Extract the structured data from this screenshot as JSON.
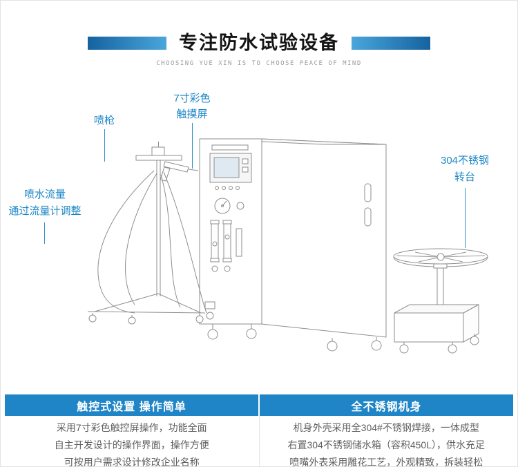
{
  "colors": {
    "accent_blue": "#1f85c6",
    "callout_blue": "#1b86c7",
    "bar_dark_blue": "#15629f",
    "bar_light_blue": "#4aa6db",
    "line_gray": "#8e8e8e"
  },
  "header": {
    "title": "专注防水试验设备",
    "subtitle": "CHOOSING YUE XIN IS TO CHOOSE PEACE OF MIND"
  },
  "callouts": {
    "spray_gun": "喷枪",
    "touch_screen": {
      "line1": "7寸彩色",
      "line2": "触摸屏"
    },
    "flow": {
      "line1": "喷水流量",
      "line2": "通过流量计调整"
    },
    "turntable": {
      "line1": "304不锈钢",
      "line2": "转台"
    }
  },
  "features": {
    "left": {
      "title": "触控式设置 操作简单",
      "lines": [
        "采用7寸彩色触控屏操作，功能全面",
        "自主开发设计的操作界面，操作方便",
        "可按用户需求设计修改企业名称"
      ]
    },
    "right": {
      "title": "全不锈钢机身",
      "lines": [
        "机身外壳采用全304#不锈钢焊接，一体成型",
        "右置304不锈钢储水箱（容积450L），供水充足",
        "喷嘴外表采用雕花工艺，外观精致，拆装轻松"
      ]
    }
  },
  "illustration": {
    "parts": [
      "spray-gun-stand",
      "waterproof-test-chamber",
      "stainless-steel-turntable"
    ]
  }
}
